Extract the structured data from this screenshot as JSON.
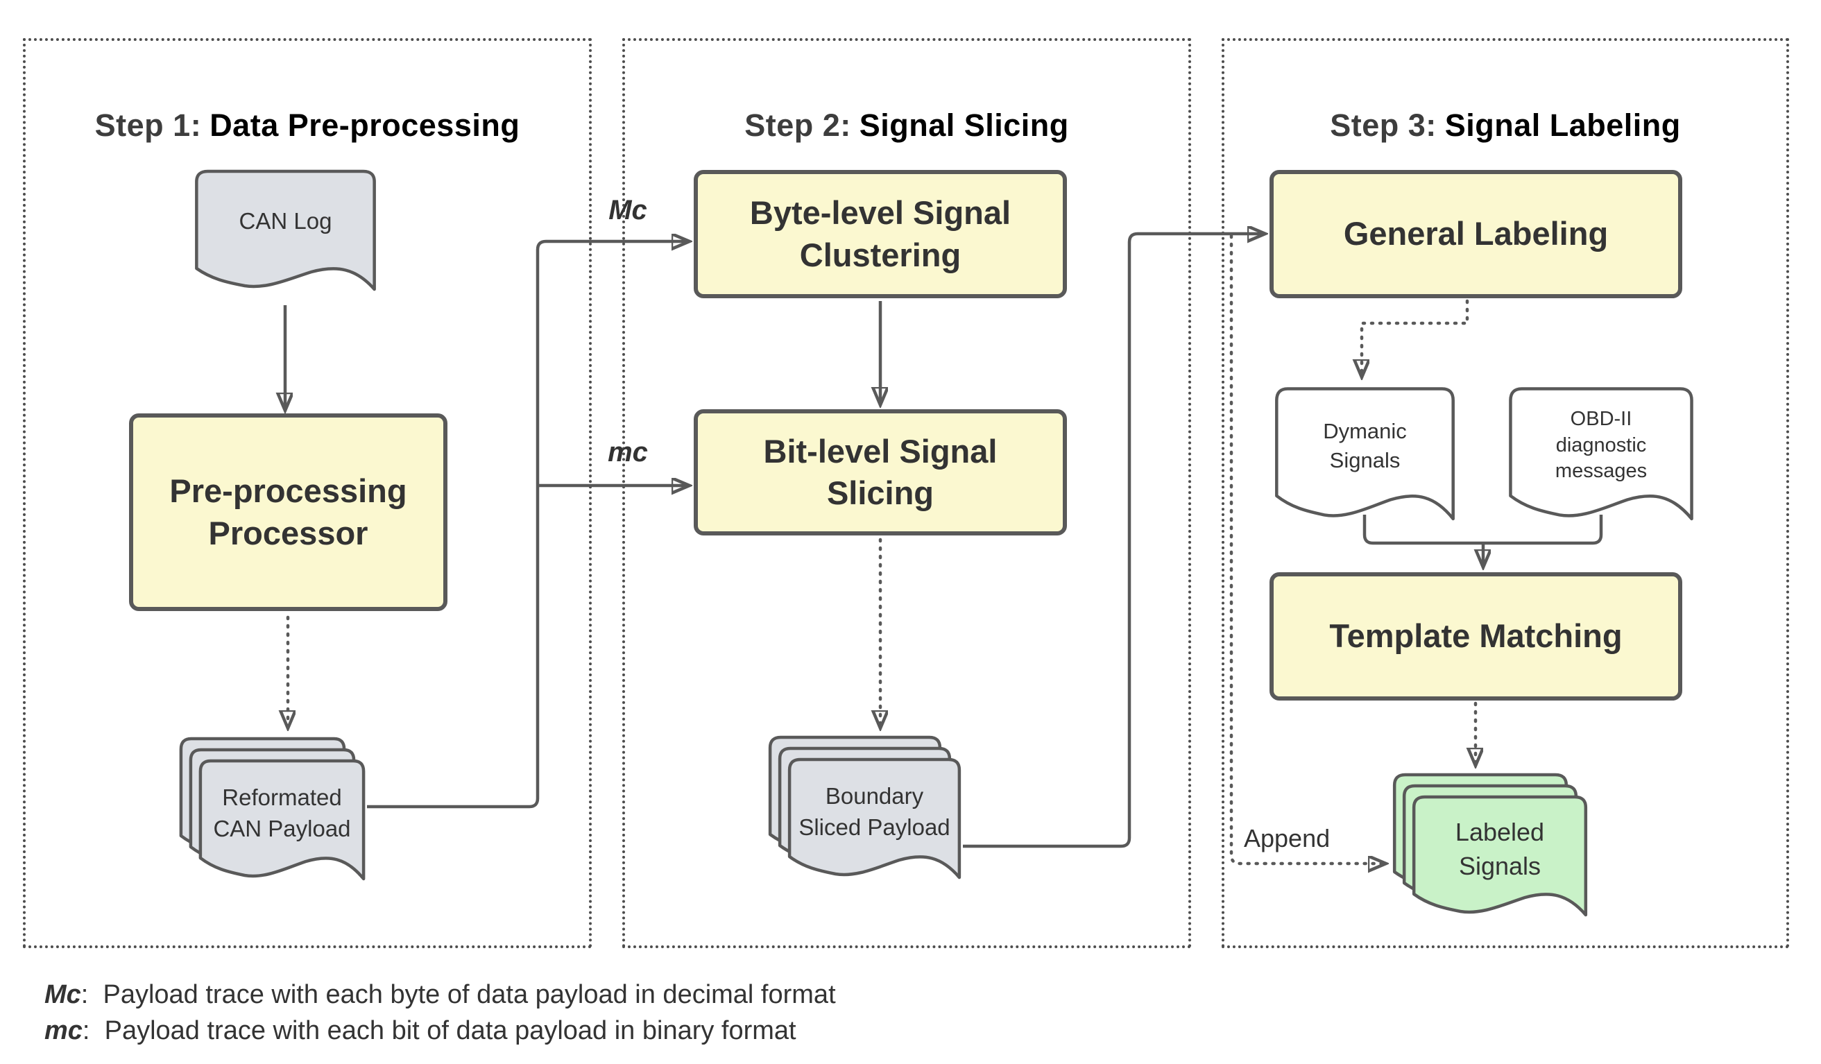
{
  "columns": [
    {
      "step_label": "Step 1:",
      "title": "Data Pre-processing"
    },
    {
      "step_label": "Step 2:",
      "title": "Signal Slicing"
    },
    {
      "step_label": "Step 3:",
      "title": "Signal Labeling"
    }
  ],
  "nodes": {
    "can_log": "CAN Log",
    "preprocessing_processor": "Pre-processing\nProcessor",
    "reformated_can_payload": "Reformated\nCAN Payload",
    "byte_level_clustering": "Byte-level Signal\nClustering",
    "bit_level_slicing": "Bit-level Signal\nSlicing",
    "boundary_sliced_payload": "Boundary\nSliced Payload",
    "general_labeling": "General Labeling",
    "dymanic_signals": "Dymanic\nSignals",
    "obd_messages": "OBD-II\ndiagnostic\nmessages",
    "template_matching": "Template Matching",
    "labeled_signals": "Labeled\nSignals"
  },
  "edge_labels": {
    "payload_decimal": "Mc",
    "payload_binary": "mc",
    "append": "Append"
  },
  "legend": [
    {
      "term": "Mc",
      "description": ":  Payload trace with each byte of data payload in decimal format"
    },
    {
      "term": "mc",
      "description": ":  Payload trace with each bit of data payload in binary format"
    }
  ],
  "colors": {
    "process_fill": "#FBF8D0",
    "doc_gray": "#DDE0E5",
    "doc_white": "#FFFFFF",
    "doc_green": "#C9F2C8",
    "stroke": "#595959",
    "container_border": "#4D4D4D",
    "text_dark": "#333333",
    "step_label": "#3D3D3D",
    "title_black": "#000000"
  }
}
